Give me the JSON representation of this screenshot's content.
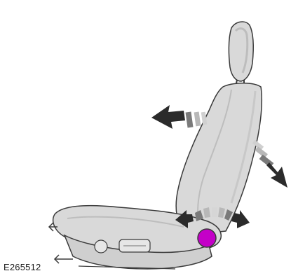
{
  "figure": {
    "code": "E265512"
  },
  "colors": {
    "seat_fill": "#d9d9d9",
    "seat_shade": "#bdbdbd",
    "seat_outline": "#3a3a3a",
    "arrow_dark": "#2b2b2b",
    "arrow_mid": "#7a7a7a",
    "arrow_light": "#b8b8b8",
    "control_knob": "#c400c8"
  },
  "arrows": [
    {
      "name": "recline-forward-arrow",
      "direction": "forward"
    },
    {
      "name": "recline-backward-arrow",
      "direction": "backward"
    },
    {
      "name": "rotary-adjust-arrow",
      "direction": "both-ways"
    }
  ],
  "control": {
    "name": "seatback-recline-knob",
    "shape": "circle"
  }
}
